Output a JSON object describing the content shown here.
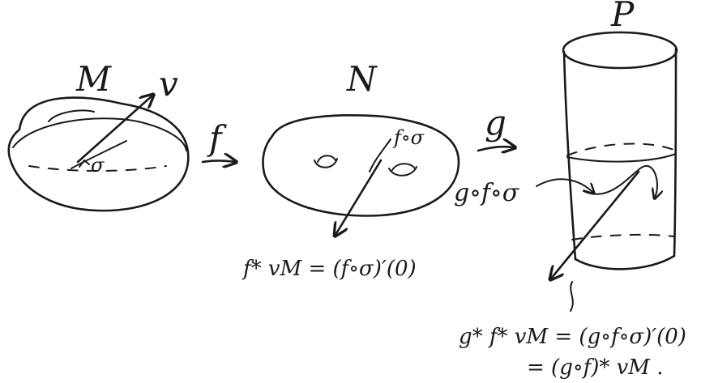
{
  "manifolds": {
    "m_label": "M",
    "n_label": "N",
    "p_label": "P"
  },
  "maps": {
    "f_label": "f",
    "g_label": "g"
  },
  "vectors": {
    "v_label": "v",
    "sigma_label": "σ",
    "f_sigma_label": "f∘σ",
    "g_f_sigma_label": "g∘f∘σ"
  },
  "formulas": {
    "pushforward_f": "f* vM = (f∘σ)′(0)",
    "pushforward_gf_line1": "g* f* vM = (g∘f∘σ)′(0)",
    "pushforward_gf_line2": "= (g∘f)* vM ."
  }
}
